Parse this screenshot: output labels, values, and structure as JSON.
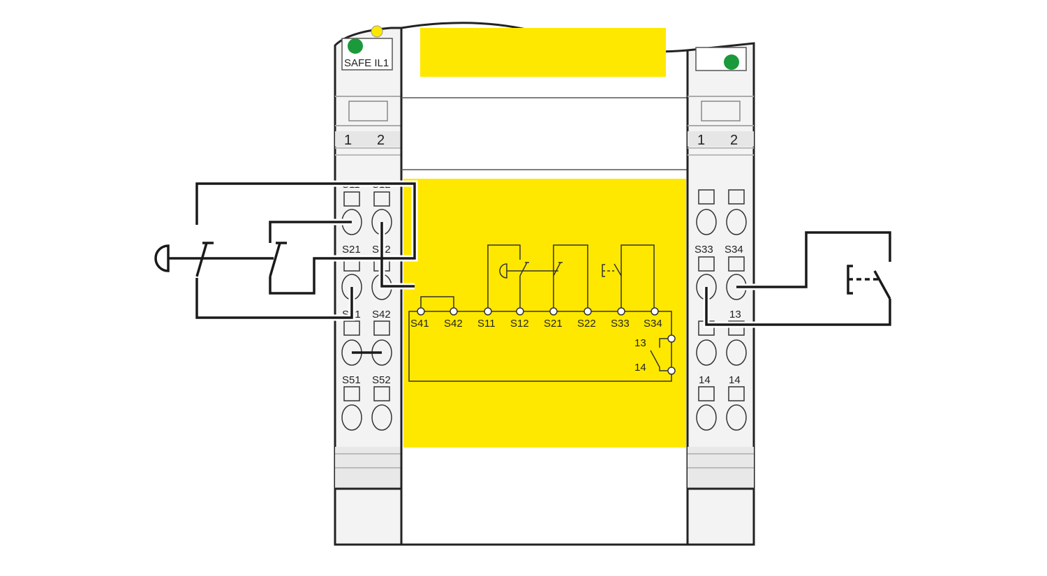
{
  "colors": {
    "housing": "#f2f2f2",
    "housing_dark": "#cfcfcf",
    "outline": "#222222",
    "accent_yellow": "#ffe800",
    "led_green": "#1a9a3a",
    "led_yellow": "#ffe800",
    "wire": "#1a1a1a"
  },
  "device": {
    "name_label": "SAFE IL1",
    "left_plug": {
      "top_numbers": [
        "1",
        "2"
      ],
      "terminals": [
        "S11",
        "S12",
        "S21",
        "S22",
        "S31",
        "S42",
        "S51",
        "S52"
      ]
    },
    "right_plug": {
      "top_numbers": [
        "1",
        "2"
      ],
      "terminals": [
        "S33",
        "S34",
        "13",
        "14",
        "14"
      ]
    }
  },
  "schematic": {
    "terminals": [
      "S41",
      "S42",
      "S11",
      "S12",
      "S21",
      "S22",
      "S33",
      "S34"
    ],
    "contact_labels": [
      "13",
      "14"
    ]
  },
  "icons": {
    "emergency_stop": "emergency-stop-icon",
    "reset_button": "reset-button-icon"
  }
}
